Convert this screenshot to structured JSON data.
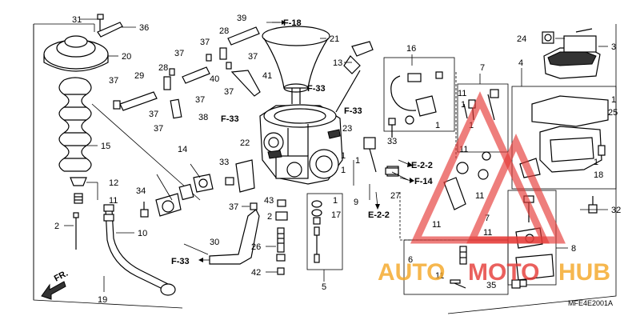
{
  "callouts": {
    "c2a": "2",
    "c2b": "2",
    "c3": "3",
    "c4": "4",
    "c5": "5",
    "c6": "6",
    "c7a": "7",
    "c7b": "7",
    "c8": "8",
    "c9": "9",
    "c10": "10",
    "c11a": "11",
    "c11b": "11",
    "c11c": "11",
    "c11d": "11",
    "c11e": "11",
    "c11f": "11",
    "c11g": "11",
    "c12": "12",
    "c13": "13",
    "c14": "14",
    "c15": "15",
    "c16": "16",
    "c17": "17",
    "c18": "18",
    "c19": "19",
    "c20": "20",
    "c21": "21",
    "c22": "22",
    "c23": "23",
    "c24": "24",
    "c25": "25",
    "c26": "26",
    "c27": "27",
    "c28a": "28",
    "c28b": "28",
    "c29": "29",
    "c30": "30",
    "c31": "31",
    "c32": "32",
    "c33a": "33",
    "c33b": "33",
    "c34": "34",
    "c35": "35",
    "c36": "36",
    "c37a": "37",
    "c37b": "37",
    "c37c": "37",
    "c37d": "37",
    "c37e": "37",
    "c37f": "37",
    "c37g": "37",
    "c37h": "37",
    "c37i": "37",
    "c38": "38",
    "c39": "39",
    "c40": "40",
    "c41": "41",
    "c42": "42",
    "c43": "43",
    "c1a": "1",
    "c1b": "1",
    "c1c": "1",
    "c1d": "1",
    "c1e": "1",
    "c1f": "1",
    "c1g": "1",
    "c1h": "1",
    "c1i": "1"
  },
  "references": {
    "f18": "F-18",
    "f33a": "F-33",
    "f33b": "F-33",
    "f33c": "F-33",
    "f33d": "F-33",
    "f14": "F-14",
    "e22a": "E-2-2",
    "e22b": "E-2-2"
  },
  "front_label": "FR.",
  "diagram_code": "MFE4E2001A",
  "watermark": {
    "text_left": "AUTO",
    "text_mid": "MOTO",
    "text_right": "HUB",
    "color_red": "#e53935",
    "color_orange": "#f5a623"
  }
}
